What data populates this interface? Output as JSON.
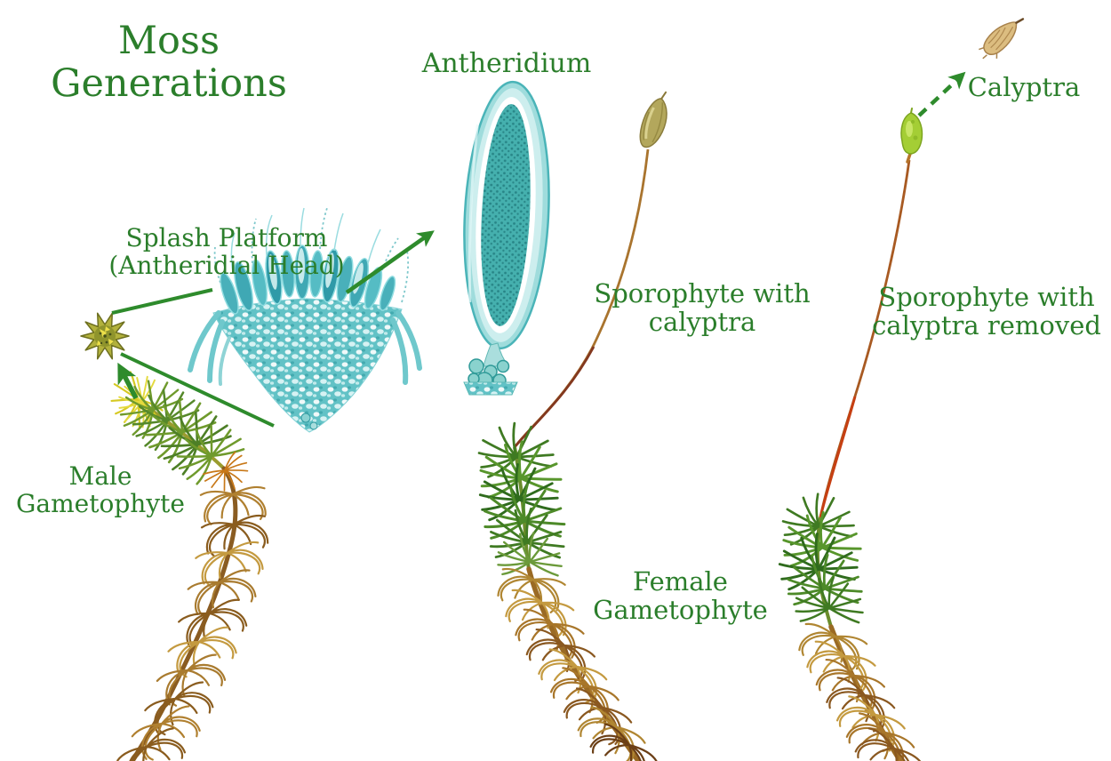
{
  "title": "Moss\nGenerations",
  "labels": {
    "antheridium": "Antheridium",
    "splash_platform": "Splash Platform\n(Antheridial Head)",
    "male_gametophyte": "Male\nGametophyte",
    "sporophyte_with_calyptra": "Sporophyte with\ncalyptra",
    "sporophyte_calyptra_removed": "Sporophyte with\ncalyptra removed",
    "female_gametophyte": "Female\nGametophyte",
    "calyptra": "Calyptra"
  },
  "colors": {
    "label-green": "#2b7e2b",
    "arrow-green": "#2e8b2c",
    "micrograph-teal": "#45b0ae",
    "micrograph-light-teal": "#9fdcdc",
    "moss-green": "#4d8a28",
    "moss-brown": "#a8762a",
    "seta-red": "#c63f12",
    "capsule-green": "#a4ce35",
    "calyptra-tan": "#dcbd80",
    "background": "#ffffff"
  }
}
